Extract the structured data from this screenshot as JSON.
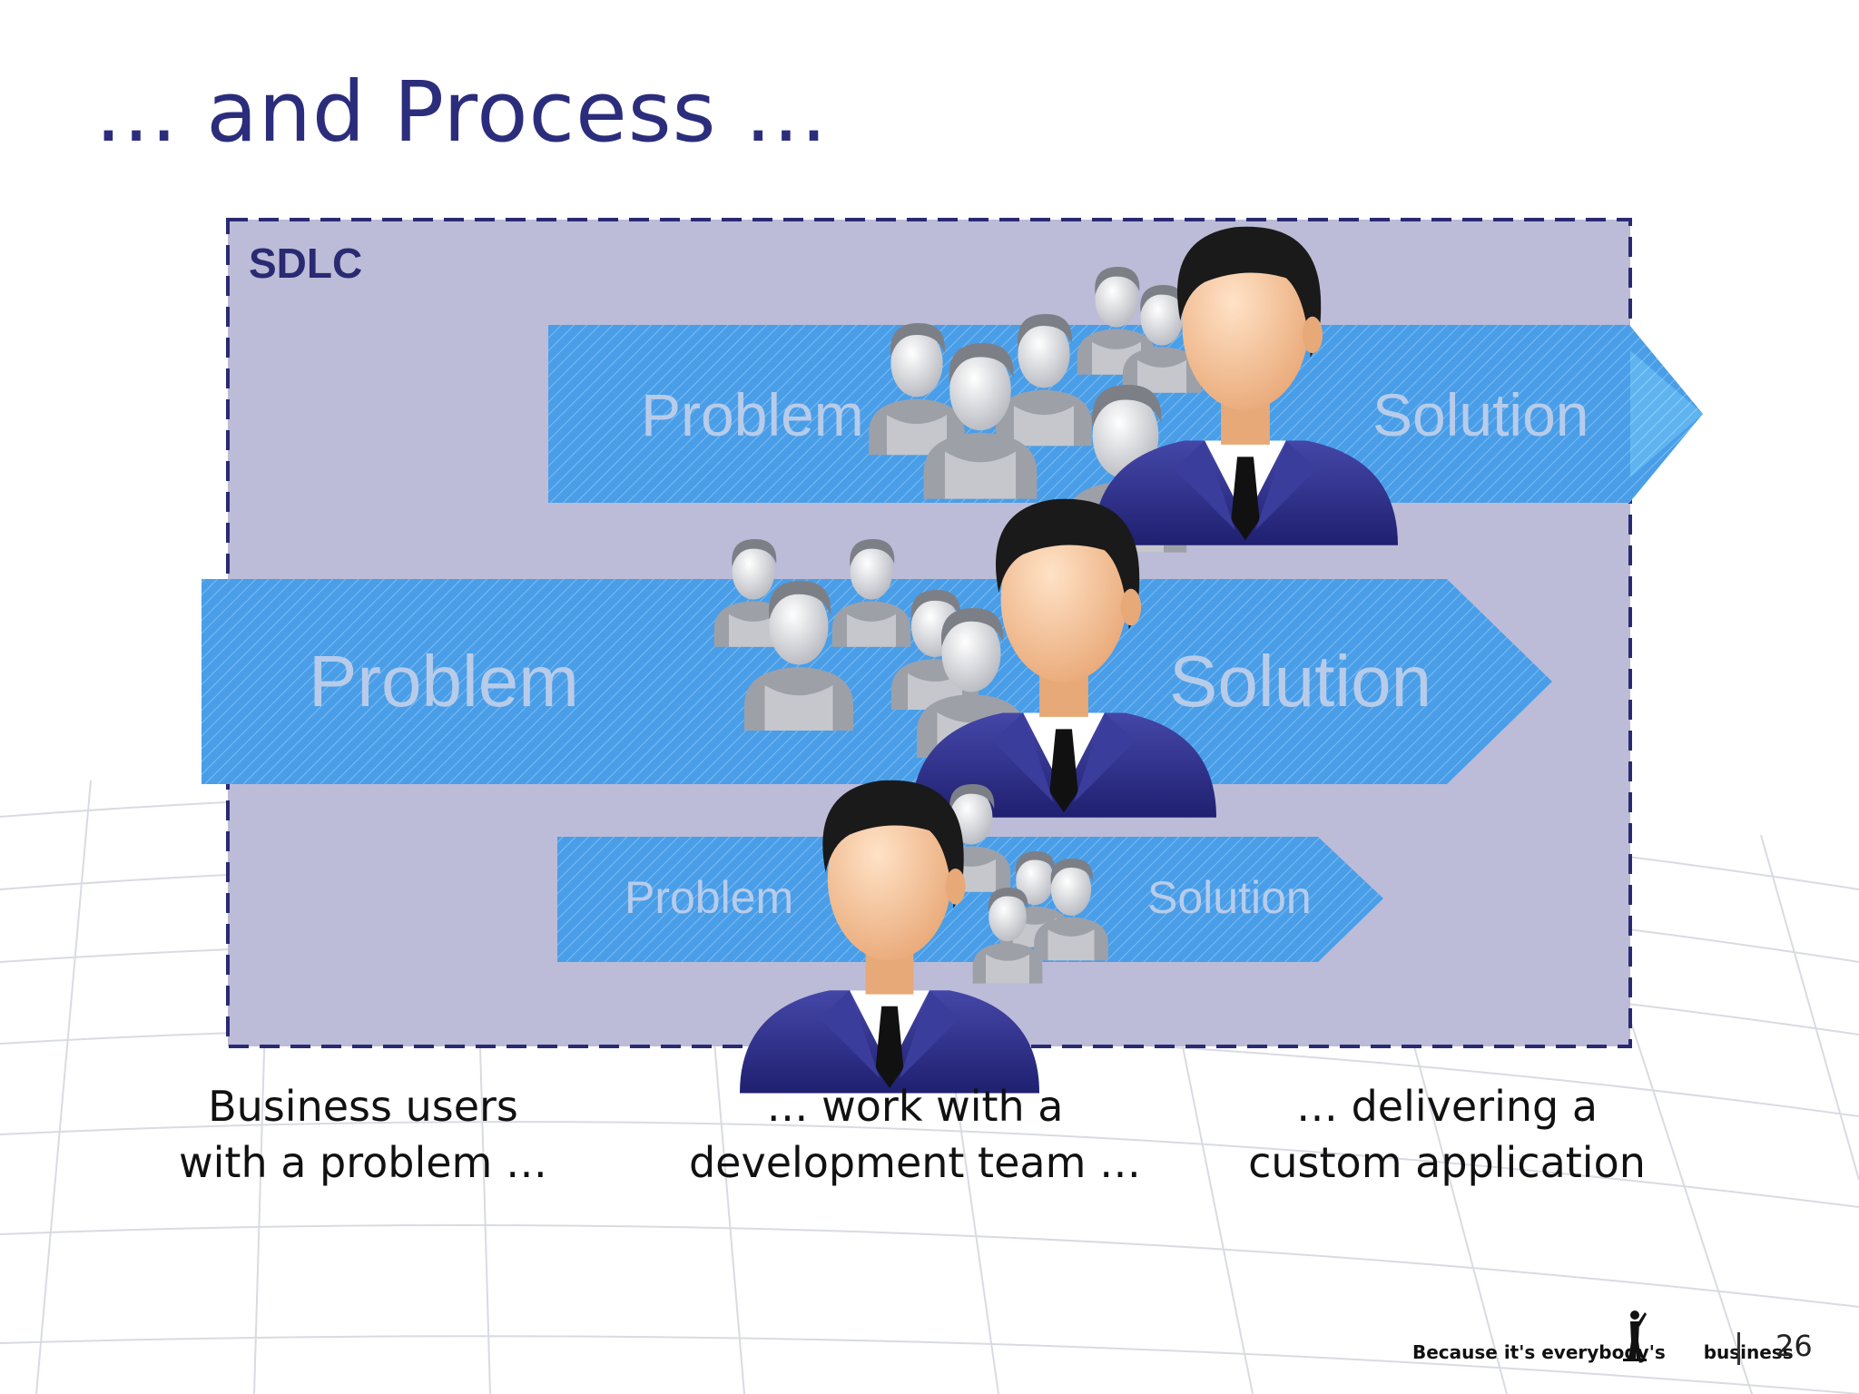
{
  "slide": {
    "title": "… and Process …",
    "page_number": "26"
  },
  "diagram": {
    "container_label": "SDLC",
    "arrows": [
      {
        "id": "top",
        "problem_label": "Problem",
        "solution_label": "Solution"
      },
      {
        "id": "middle",
        "problem_label": "Problem",
        "solution_label": "Solution"
      },
      {
        "id": "bottom",
        "problem_label": "Problem",
        "solution_label": "Solution"
      }
    ]
  },
  "captions": [
    {
      "lines": [
        "Business users",
        "with a problem …"
      ]
    },
    {
      "lines": [
        "… work with a",
        "development team …"
      ]
    },
    {
      "lines": [
        "… delivering a",
        "custom application"
      ]
    }
  ],
  "footer": {
    "tagline_left": "Because it's everybody's",
    "tagline_right": "business"
  },
  "colors": {
    "title": "#2b2d7c",
    "sdlc_box_fill": "#bcbcd8",
    "sdlc_box_border": "#2a2a72",
    "arrow_fill": "#4a9ee8",
    "arrow_text": "#b8ccea",
    "suit": "#2d2f86",
    "hair": "#1a1a1a",
    "skin": "#f6c79a"
  }
}
